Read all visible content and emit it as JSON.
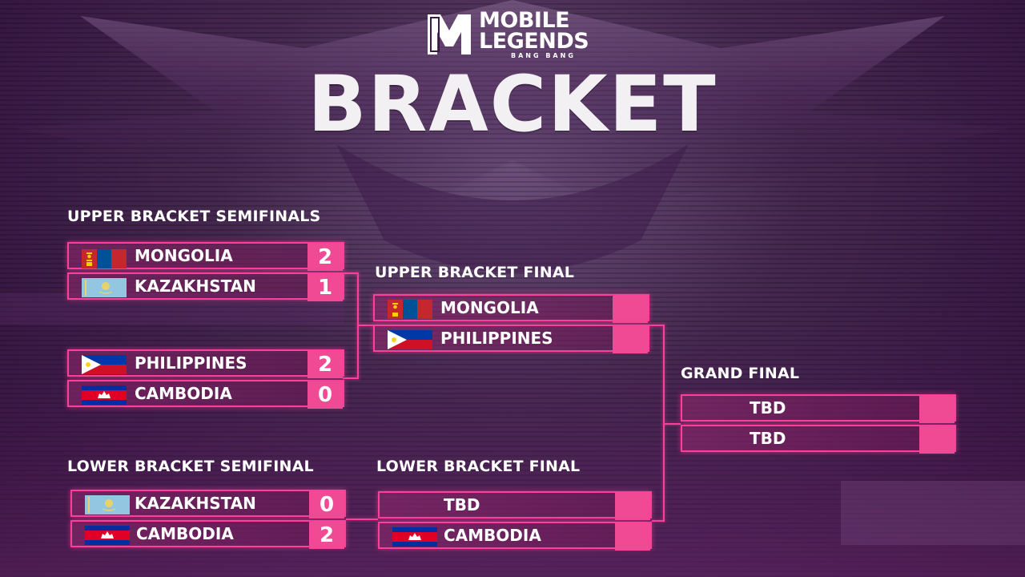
{
  "header": {
    "logo_line1": "MOBILE",
    "logo_line2": "LEGENDS",
    "logo_line3": "BANG BANG",
    "title": "BRACKET"
  },
  "sections": {
    "ub_semis": "UPPER BRACKET SEMIFINALS",
    "ub_final": "UPPER BRACKET FINAL",
    "grand_final": "GRAND FINAL",
    "lb_semi": "LOWER BRACKET SEMIFINAL",
    "lb_final": "LOWER BRACKET FINAL"
  },
  "matches": {
    "ubs1": {
      "team1": "MONGOLIA",
      "score1": "2",
      "team2": "KAZAKHSTAN",
      "score2": "1"
    },
    "ubs2": {
      "team1": "PHILIPPINES",
      "score1": "2",
      "team2": "CAMBODIA",
      "score2": "0"
    },
    "ubf": {
      "team1": "MONGOLIA",
      "score1": "",
      "team2": "PHILIPPINES",
      "score2": ""
    },
    "gf": {
      "team1": "TBD",
      "score1": "",
      "team2": "TBD",
      "score2": ""
    },
    "lbs": {
      "team1": "KAZAKHSTAN",
      "score1": "0",
      "team2": "CAMBODIA",
      "score2": "2"
    },
    "lbf": {
      "team1": "TBD",
      "score1": "",
      "team2": "CAMBODIA",
      "score2": ""
    }
  },
  "colors": {
    "accent": "#ff3f9a",
    "score_bg": "#f04a95",
    "bg_dark": "#2a0f33"
  },
  "icons": [
    "mongolia-flag-icon",
    "kazakhstan-flag-icon",
    "philippines-flag-icon",
    "cambodia-flag-icon",
    "mlbb-logo-icon"
  ]
}
